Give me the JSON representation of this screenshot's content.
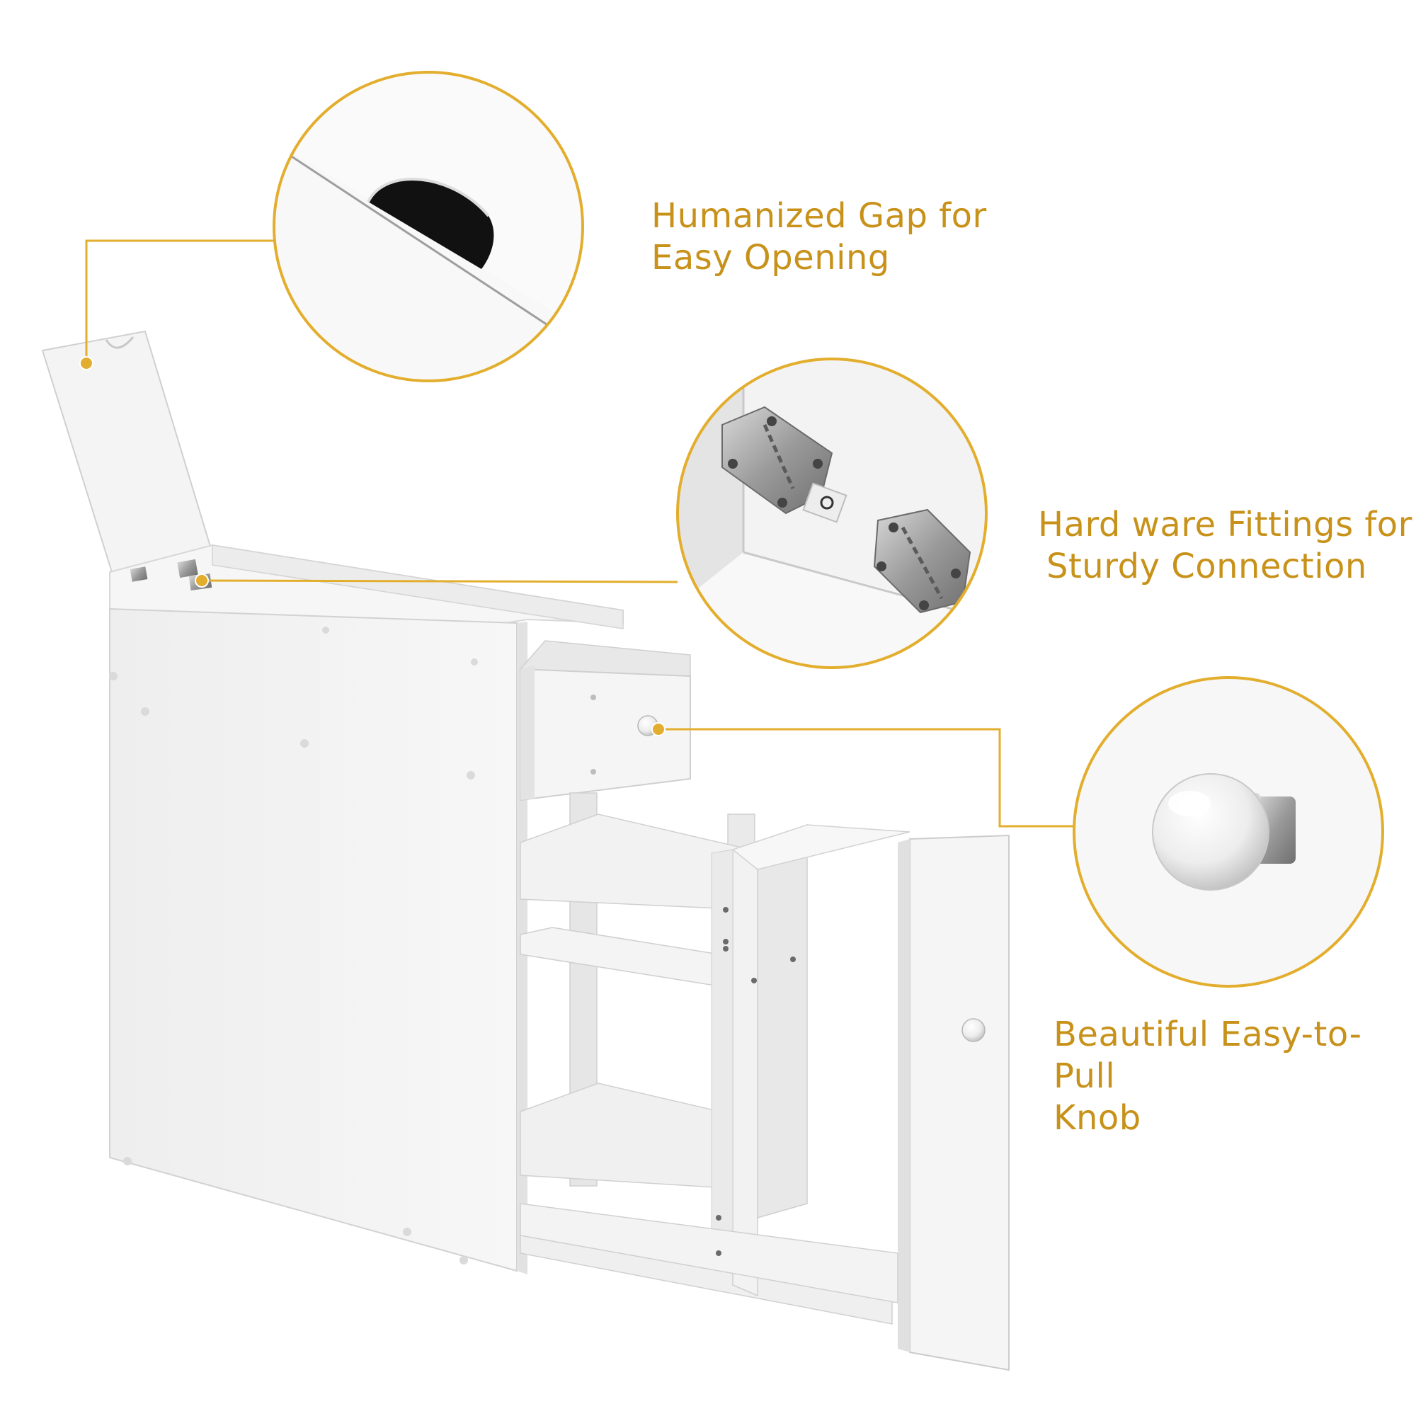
{
  "colors": {
    "accent": "#E3AE2D",
    "label_text": "#C8921A",
    "cabinet_white": "#F2F2F2",
    "cabinet_shadow": "#D6D6D6",
    "hinge_steel": "#9C9C9C"
  },
  "callouts": {
    "gap": {
      "line1": "Humanized Gap for",
      "line2": "Easy Opening",
      "icon": "finger-gap-closeup"
    },
    "hardware": {
      "line1": "Hard ware Fittings for",
      "line2": "Sturdy Connection",
      "icon": "hinge-closeup"
    },
    "knob": {
      "line1": "Beautiful Easy-to-Pull",
      "line2": "Knob",
      "icon": "knob-closeup"
    }
  }
}
